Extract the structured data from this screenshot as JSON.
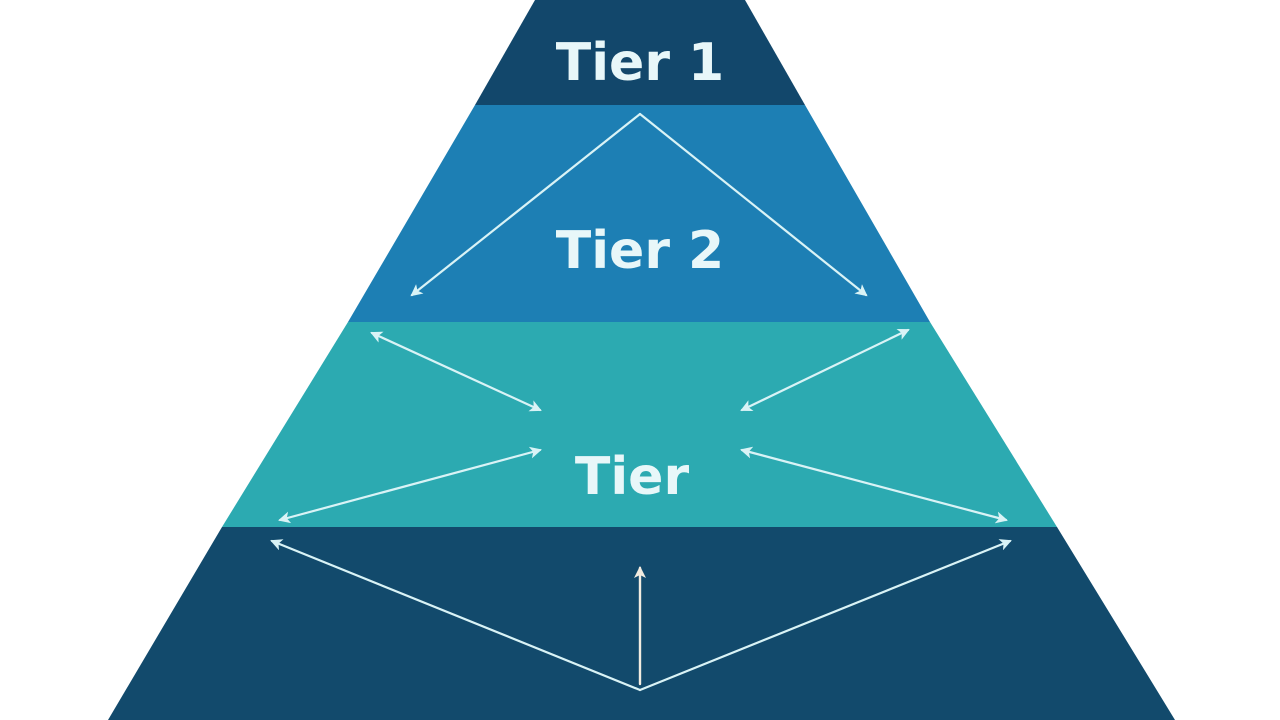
{
  "diagram": {
    "tiers": [
      {
        "label": "Tier  1",
        "color": "#12476b"
      },
      {
        "label": "Tier 2",
        "color": "#1d7fb4"
      },
      {
        "label": "Tier",
        "color": "#2caab1"
      },
      {
        "label": "",
        "color": "#124a6c"
      }
    ],
    "colors": {
      "background": "#ffffff",
      "label_text": "#e8f7f9",
      "arrow_stroke": "#d9f3f6",
      "arrow_fill": "#d9f3f6",
      "bottom_up_arrow": "#f2ece0"
    },
    "shape": "pyramid",
    "arrow_style": "thin double-headed and single-headed arrows"
  }
}
